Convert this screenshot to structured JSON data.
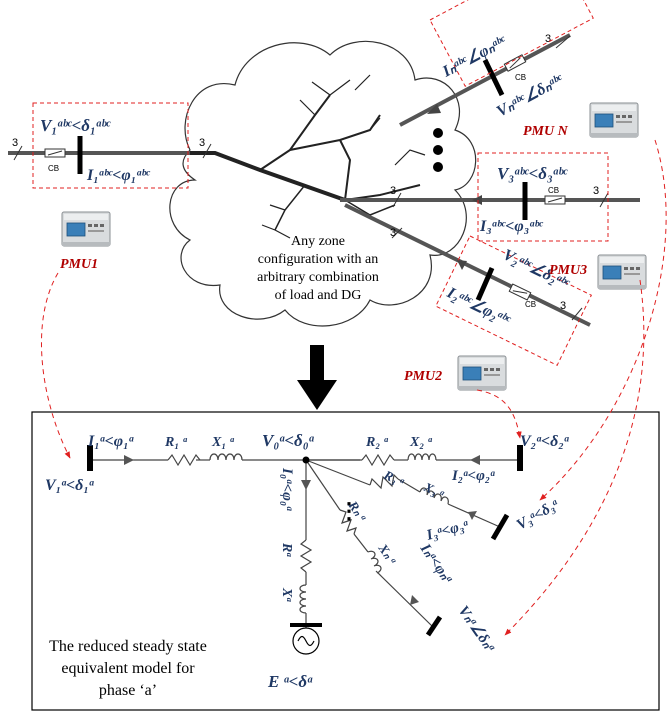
{
  "top": {
    "cloud_text": [
      "Any zone",
      "configuration with an",
      "arbitrary combination",
      "of load and DG"
    ],
    "phase_count": "3",
    "cb_label": "CB",
    "feeders": {
      "f1": {
        "v": "V₁ᵃᵇᶜ<δ₁ᵃᵇᶜ",
        "i": "I₁ᵃᵇᶜ<φ₁ᵃᵇᶜ",
        "pmu": "PMU1"
      },
      "fN": {
        "v": "Vₙᵃᵇᶜ∠δₙᵃᵇᶜ",
        "i": "Iₙᵃᵇᶜ∠φₙᵃᵇᶜ",
        "pmu": "PMU N"
      },
      "f3": {
        "v": "V₃ᵃᵇᶜ<δ₃ᵃᵇᶜ",
        "i": "I₃ᵃᵇᶜ<φ₃ᵃᵇᶜ",
        "pmu": "PMU3"
      },
      "f2": {
        "v": "V₂ᵃᵇᶜ∠δ₂ᵃᵇᶜ",
        "i": "I₂ᵃᵇᶜ∠φ₂ᵃᵇᶜ",
        "pmu": "PMU2"
      }
    }
  },
  "bottom": {
    "caption": [
      "The reduced steady state",
      "equivalent model for",
      "phase ‘a’"
    ],
    "i1": "I₁ᵃ<φ₁ᵃ",
    "v1": "V₁ᵃ<δ₁ᵃ",
    "r1": "R₁ ᵃ",
    "x1": "X₁ ᵃ",
    "v0": "V₀ᵃ<δ₀ᵃ",
    "i0": "I₀ᵃ<φ₀ᵃ",
    "r2": "R₂ ᵃ",
    "x2": "X₂ ᵃ",
    "v2": "V₂ᵃ<δ₂ᵃ",
    "i2": "I₂ᵃ<φ₂ᵃ",
    "r3": "R₃ ᵃ",
    "x3": "X₃ ᵃ",
    "v3": "V₃ᵃ<δ₃ᵃ",
    "i3": "I₃ᵃ<φ₃ᵃ",
    "rn": "Rₙ ᵃ",
    "xn": "Xₙ ᵃ",
    "vn": "Vₙᵃ∠δₙᵃ",
    "in": "Iₙᵃ<φₙᵃ",
    "ra": "Rᵃ",
    "xa": "Xᵃ",
    "e": "E ᵃ<δᵃ"
  }
}
